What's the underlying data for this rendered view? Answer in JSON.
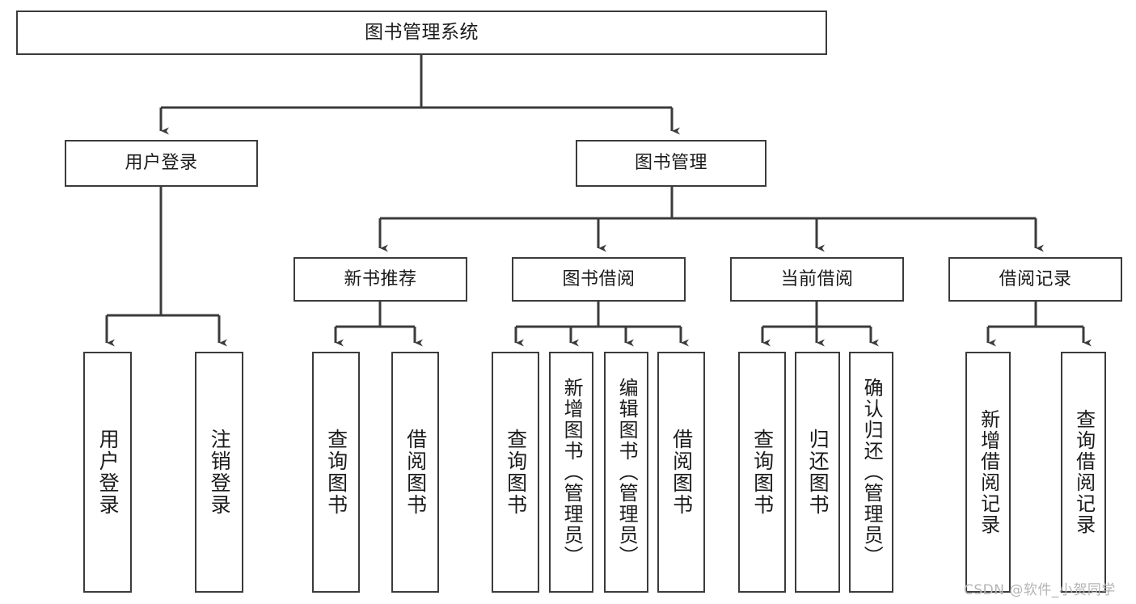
{
  "diagram": {
    "title": "图书管理系统",
    "type": "功能结构图",
    "style": {
      "box_border_color": "#3b3b3b",
      "box_fill_color": "#ffffff",
      "text_color": "#1b1b1b",
      "connector_color": "#3b3b3b",
      "background_color": "#ffffff",
      "watermark_color": "#b4b4b4"
    },
    "root": {
      "label": "图书管理系统"
    },
    "level1": [
      {
        "label": "用户登录"
      },
      {
        "label": "图书管理"
      }
    ],
    "level2": [
      {
        "label": "新书推荐"
      },
      {
        "label": "图书借阅"
      },
      {
        "label": "当前借阅"
      },
      {
        "label": "借阅记录"
      }
    ],
    "leaves": {
      "user_login": [
        {
          "label": "用户登录"
        },
        {
          "label": "注销登录"
        }
      ],
      "new_book_recommend": [
        {
          "label": "查询图书"
        },
        {
          "label": "借阅图书"
        }
      ],
      "book_borrow": [
        {
          "label": "查询图书"
        },
        {
          "label": "新增图书（管理员）"
        },
        {
          "label": "编辑图书（管理员）"
        },
        {
          "label": "借阅图书"
        }
      ],
      "current_borrow": [
        {
          "label": "查询图书"
        },
        {
          "label": "归还图书"
        },
        {
          "label": "确认归还（管理员）"
        }
      ],
      "borrow_record": [
        {
          "label": "新增借阅记录"
        },
        {
          "label": "查询借阅记录"
        }
      ]
    },
    "watermark": "CSDN @软件_小贺同学"
  }
}
